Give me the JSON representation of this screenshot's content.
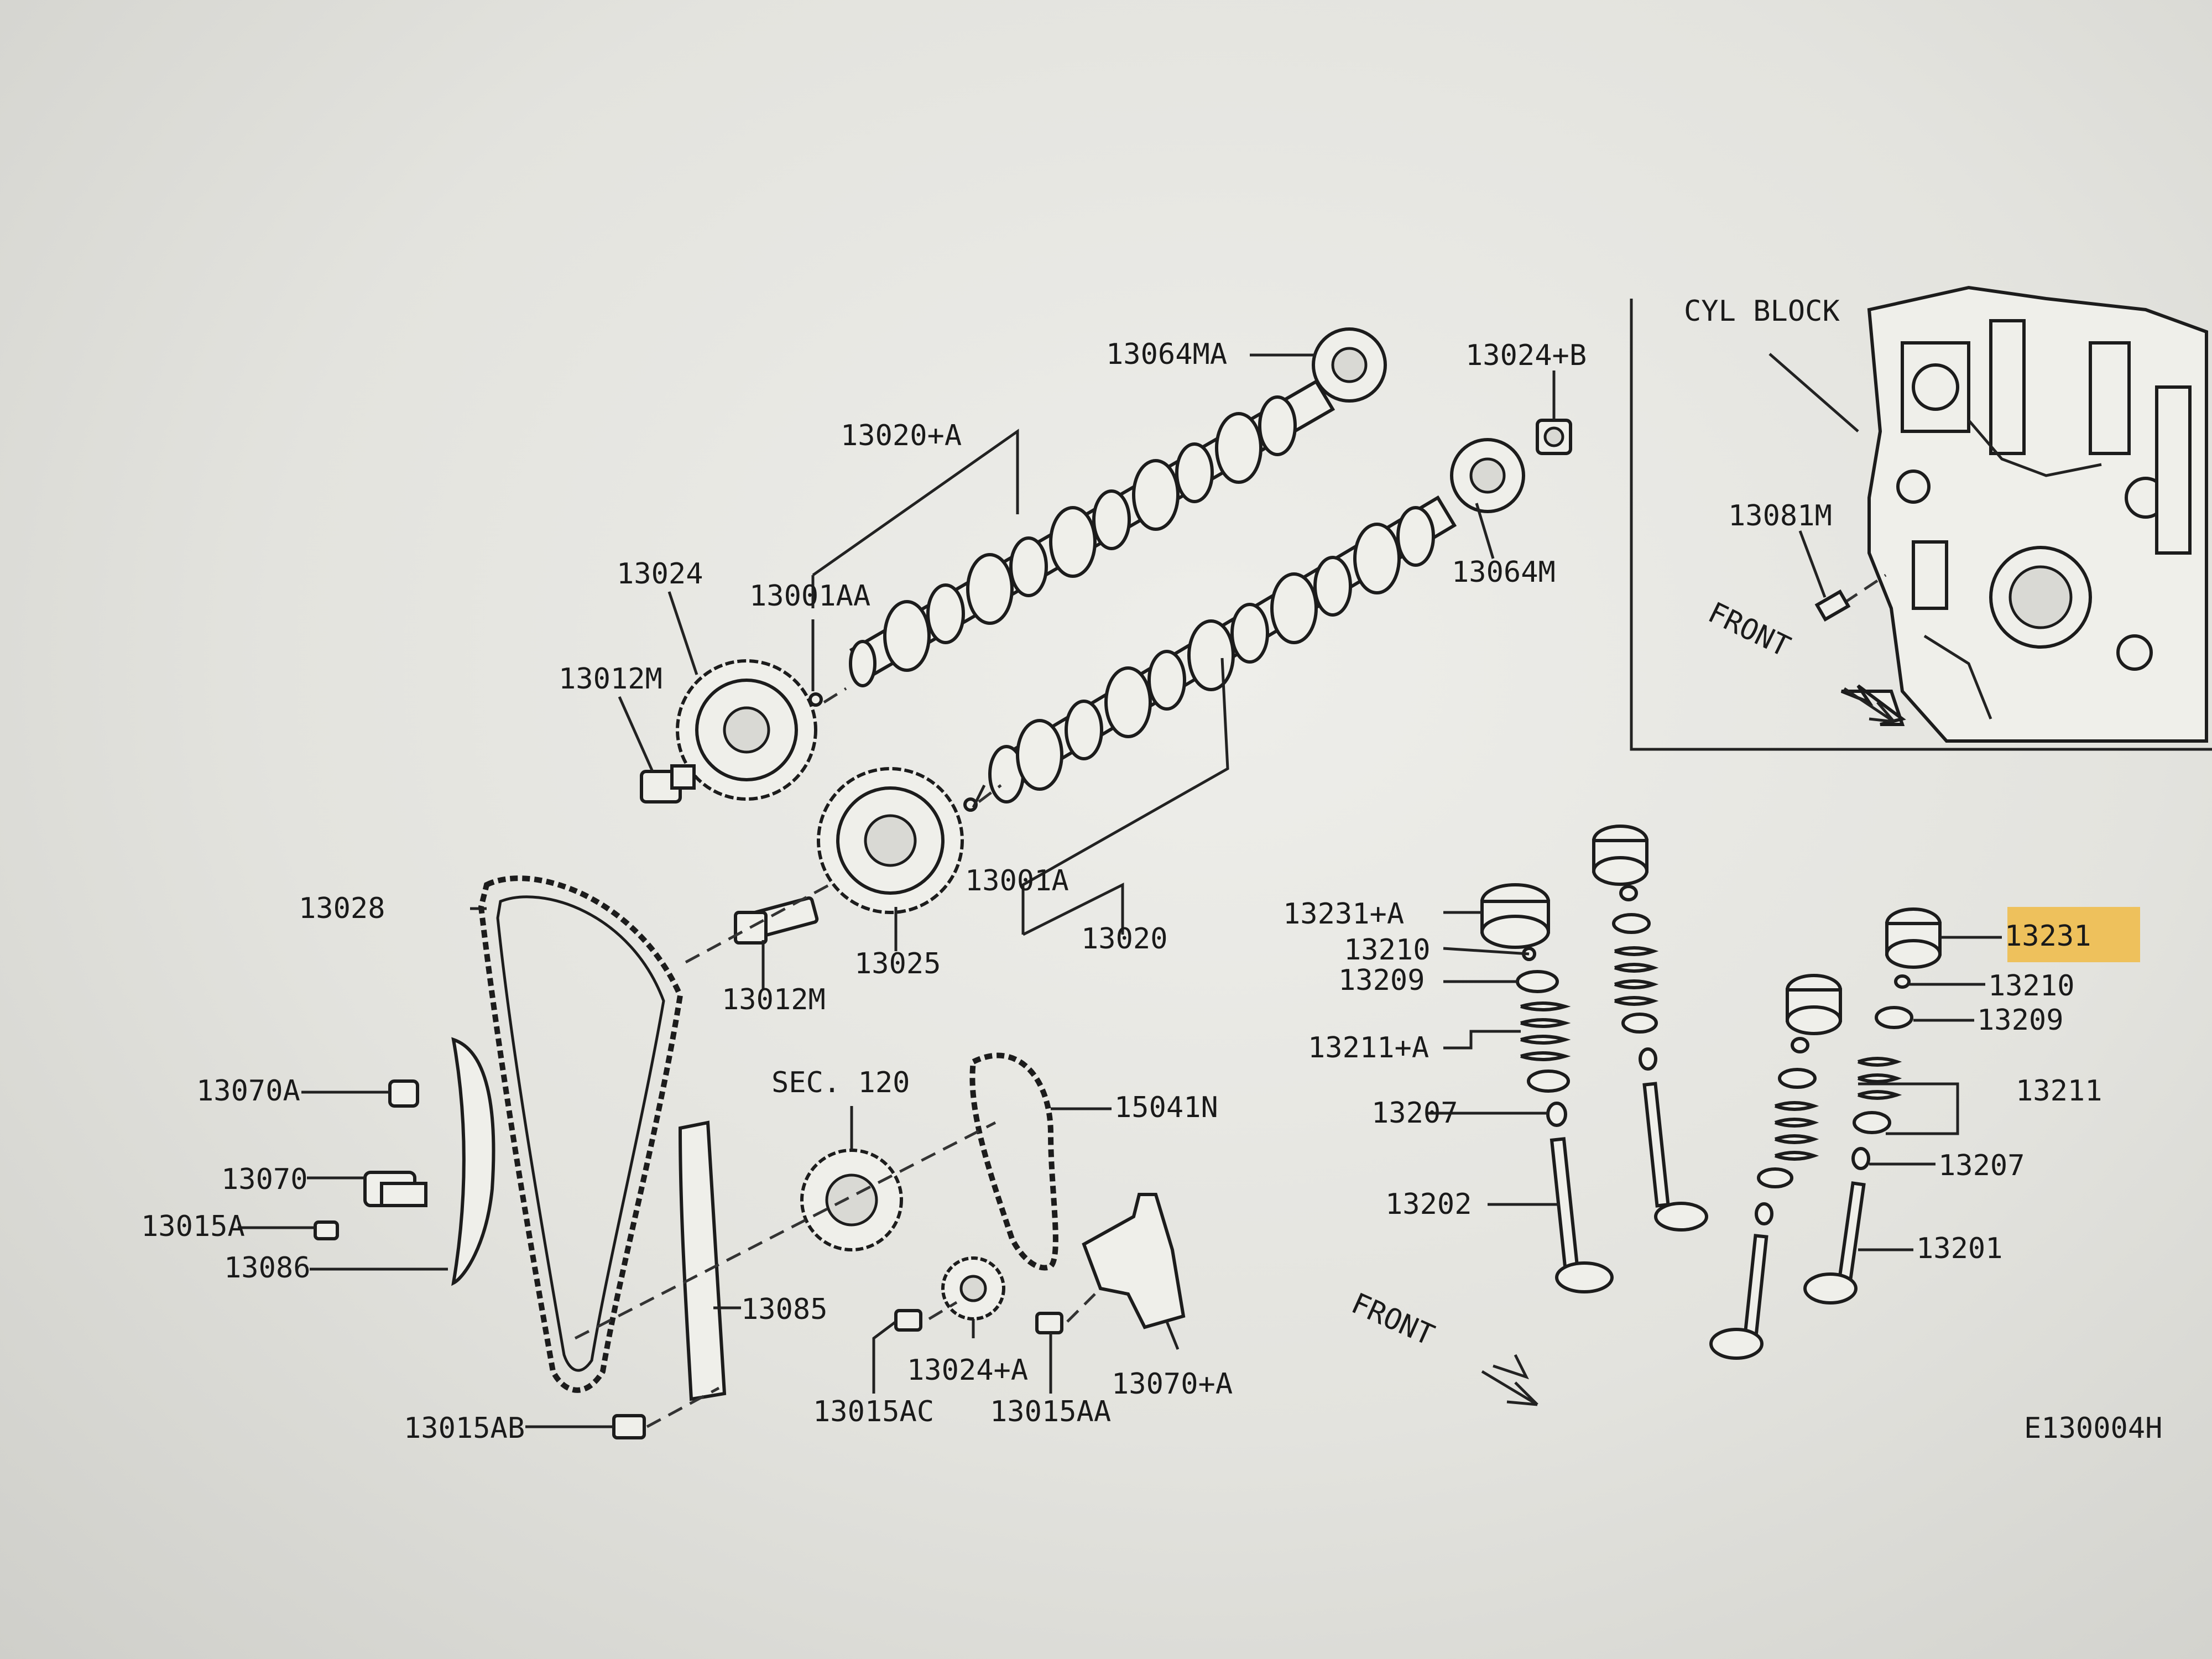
{
  "highlight": {
    "color": "#f2b530",
    "target": "13231"
  },
  "inset": {
    "title": "CYL BLOCK",
    "part": "13081M",
    "front": "FRONT"
  },
  "main_front": "FRONT",
  "sec_ref": "SEC. 120",
  "figure_id": "E130004H",
  "labels": {
    "l13064MA": "13064MA",
    "l13024B": "13024+B",
    "l13020A": "13020+A",
    "l13024": "13024",
    "l13001AA": "13001AA",
    "l13064M": "13064M",
    "l13012M_a": "13012M",
    "l13001A": "13001A",
    "l13028": "13028",
    "l13012M_b": "13012M",
    "l13025": "13025",
    "l13020": "13020",
    "l13070A": "13070A",
    "l13070": "13070",
    "l13015A": "13015A",
    "l13086": "13086",
    "l13085": "13085",
    "l15041N": "15041N",
    "l13015AB": "13015AB",
    "l13015AC": "13015AC",
    "l13024A": "13024+A",
    "l13015AA": "13015AA",
    "l13070pA": "13070+A",
    "l13231A": "13231+A",
    "l13210_a": "13210",
    "l13209_a": "13209",
    "l13211A": "13211+A",
    "l13207_a": "13207",
    "l13202": "13202",
    "l13231": "13231",
    "l13210_b": "13210",
    "l13209_b": "13209",
    "l13211": "13211",
    "l13207_b": "13207",
    "l13201": "13201"
  }
}
